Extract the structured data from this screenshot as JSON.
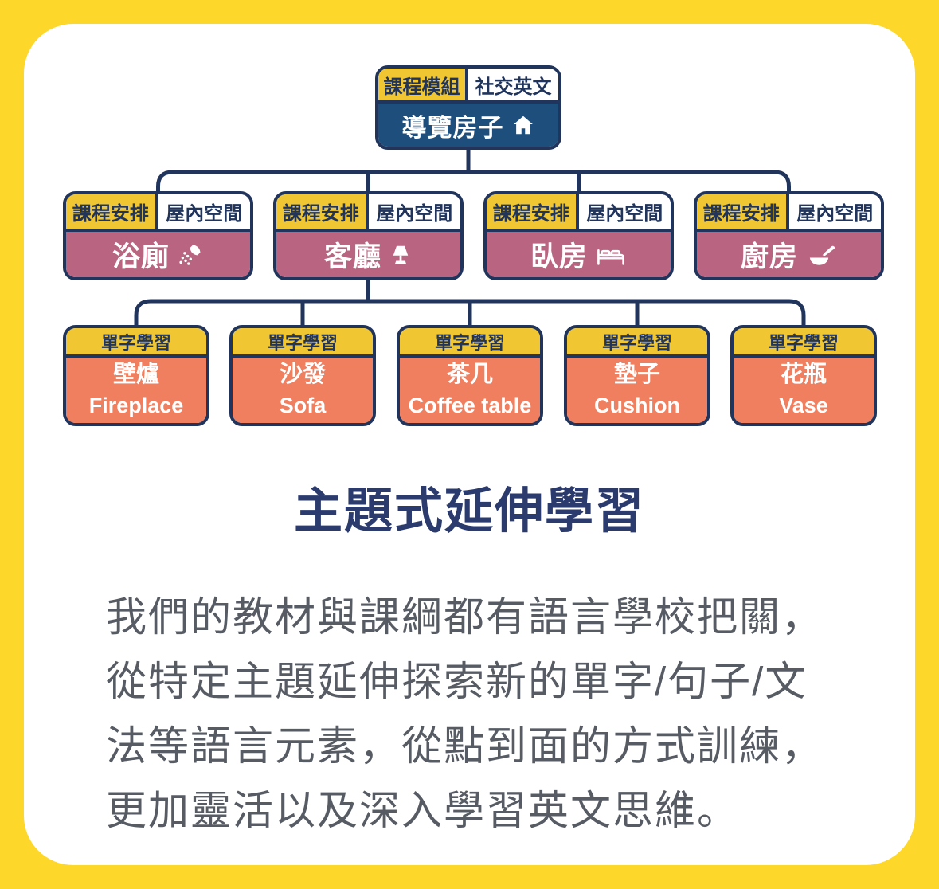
{
  "colors": {
    "page_background": "#FDD82A",
    "card": "#FFFFFF",
    "outline_navy": "#21355C",
    "header_yellow": "#F0C733",
    "root_body_blue": "#1D4E7C",
    "room_body_mauve": "#B96480",
    "word_body_orange": "#EF7F5E",
    "title_navy": "#2B3B6E",
    "paragraph_gray": "#575C64"
  },
  "root": {
    "tag_left": "課程模組",
    "tag_right": "社交英文",
    "title": "導覽房子",
    "icon": "home-icon"
  },
  "level2": [
    {
      "tag_left": "課程安排",
      "tag_right": "屋內空間",
      "title": "浴廁",
      "icon": "shower-icon"
    },
    {
      "tag_left": "課程安排",
      "tag_right": "屋內空間",
      "title": "客廳",
      "icon": "lamp-icon"
    },
    {
      "tag_left": "課程安排",
      "tag_right": "屋內空間",
      "title": "臥房",
      "icon": "bed-icon"
    },
    {
      "tag_left": "課程安排",
      "tag_right": "屋內空間",
      "title": "廚房",
      "icon": "wok-icon"
    }
  ],
  "level3": [
    {
      "tag": "單字學習",
      "zh": "壁爐",
      "en": "Fireplace"
    },
    {
      "tag": "單字學習",
      "zh": "沙發",
      "en": "Sofa"
    },
    {
      "tag": "單字學習",
      "zh": "茶几",
      "en": "Coffee table"
    },
    {
      "tag": "單字學習",
      "zh": "墊子",
      "en": "Cushion"
    },
    {
      "tag": "單字學習",
      "zh": "花瓶",
      "en": "Vase"
    }
  ],
  "section": {
    "title": "主題式延伸學習",
    "paragraph_lines": [
      "我們的教材與課綱都有語言學校把關，",
      "從特定主題延伸探索新的單字/句子/文",
      "法等語言元素，從點到面的方式訓練，",
      "更加靈活以及深入學習英文思維。"
    ]
  }
}
